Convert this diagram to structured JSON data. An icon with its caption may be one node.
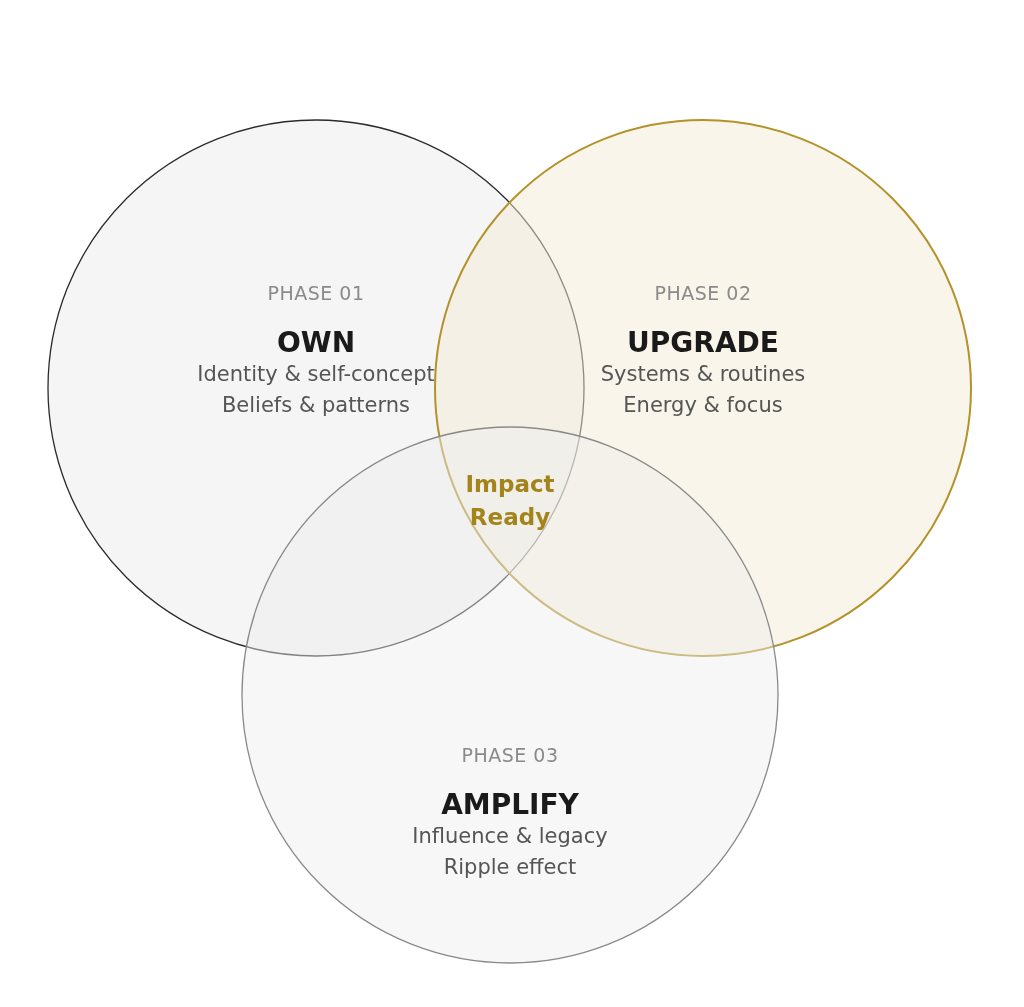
{
  "diagram": {
    "nodes": [
      {
        "text": [
          "PHASE 01",
          "OWN",
          "Identity & self-concept",
          "Beliefs & patterns"
        ]
      },
      {
        "text": [
          "PHASE 02",
          "UPGRADE",
          "Systems & routines",
          "Energy & focus"
        ]
      },
      {
        "text": [
          "PHASE 03",
          "AMPLIFY",
          "Influence & legacy",
          "Ripple effect"
        ]
      }
    ],
    "edges": [],
    "labels": [
      "Impact Ready"
    ]
  }
}
